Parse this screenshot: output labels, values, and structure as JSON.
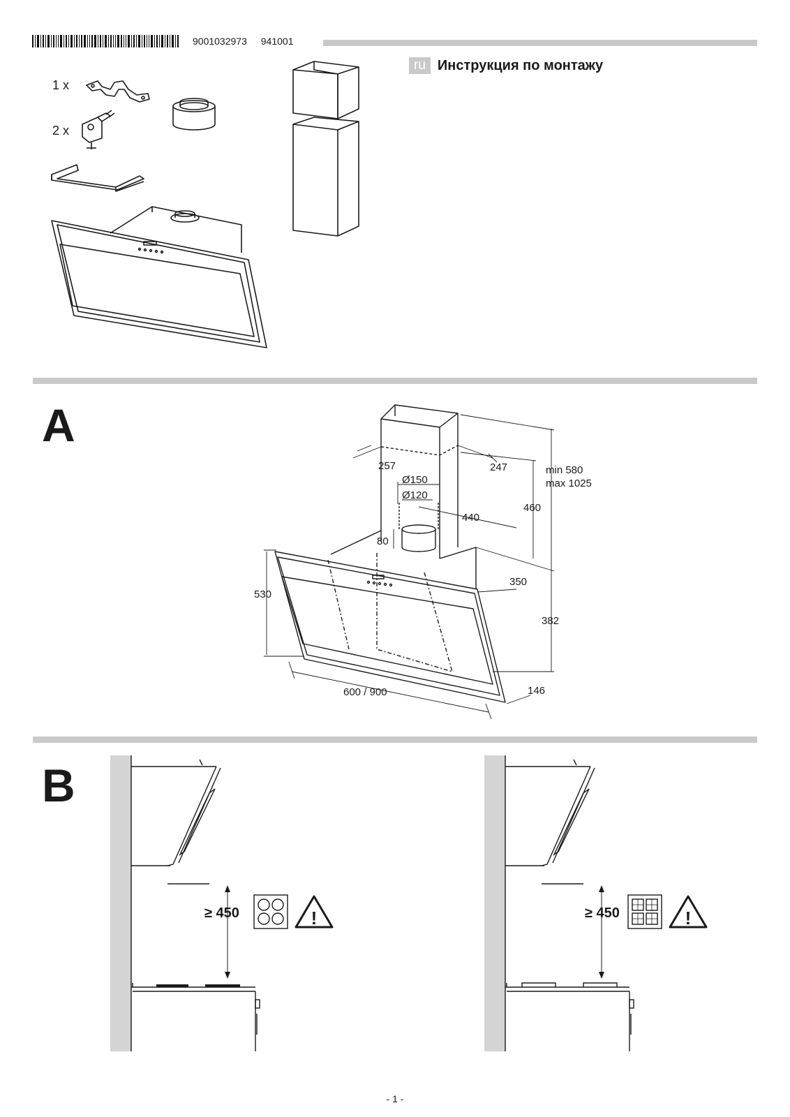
{
  "header": {
    "article_number": "9001032973",
    "code": "941001",
    "language_badge": "ru",
    "title": "Инструкция по монтажу"
  },
  "parts": {
    "bracket_qty": "1 x",
    "wall_hook_qty": "2 x"
  },
  "section_a": {
    "letter": "A",
    "dimensions": {
      "chimney_width": "257",
      "chimney_depth": "247",
      "outlet_d150": "Ø150",
      "outlet_d120": "Ø120",
      "depth_440": "440",
      "adapter_height": "80",
      "chimney_height": "460",
      "total_min": "min 580",
      "total_max": "max 1025",
      "hood_height": "530",
      "depth_350": "350",
      "height_382": "382",
      "width": "600 / 900",
      "bottom_depth": "146"
    }
  },
  "section_b": {
    "letter": "B",
    "left_distance": "≥ 450",
    "right_distance": "≥ 450",
    "left_hob": "electric hob",
    "right_hob": "gas hob"
  },
  "footer": {
    "page": "- 1 -"
  }
}
